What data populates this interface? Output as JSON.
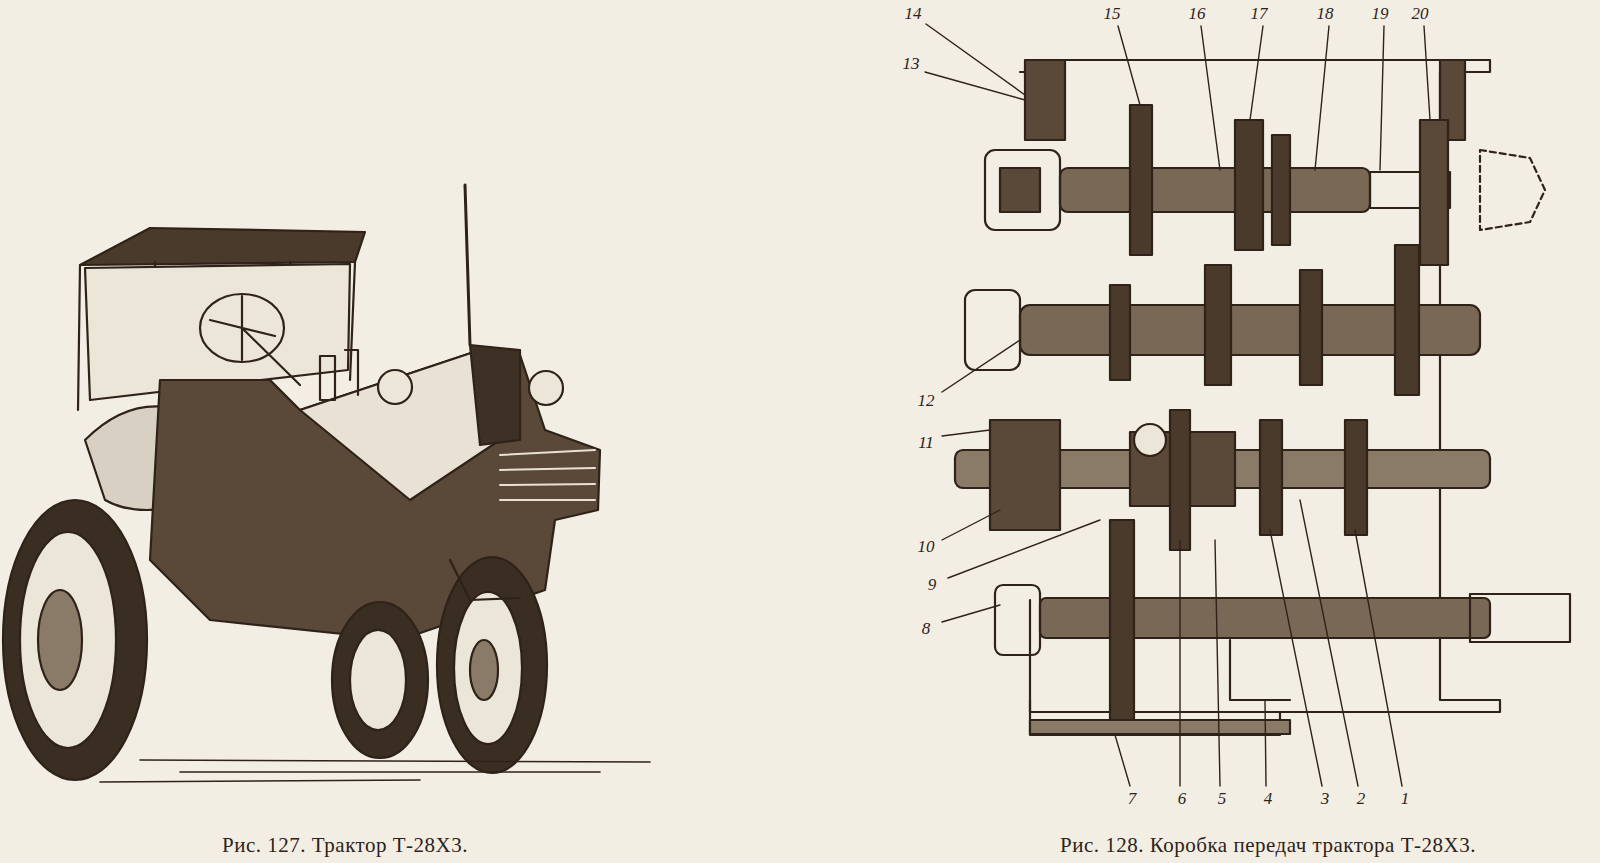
{
  "diagram": {
    "labels": [
      "14",
      "13",
      "15",
      "16",
      "17",
      "18",
      "19",
      "20",
      "12",
      "11",
      "10",
      "9",
      "8",
      "7",
      "6",
      "5",
      "4",
      "3",
      "2",
      "1",
      "Рис. 127. Трактор Т-28Х3.",
      "Рис. 128. Коробка передач трактора Т-28Х3."
    ]
  }
}
